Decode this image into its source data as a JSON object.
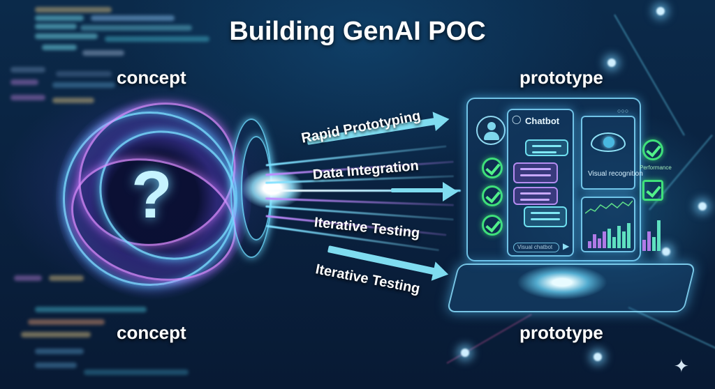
{
  "title": "Building GenAI POC",
  "labels": {
    "concept_top": "concept",
    "concept_bottom": "concept",
    "prototype_top": "prototype",
    "prototype_bottom": "prototype"
  },
  "central_icon": "question-mark-icon",
  "flow_steps": [
    {
      "label": "Rapid Prototyping"
    },
    {
      "label": "Data Integration"
    },
    {
      "label": "Iterative Testing"
    },
    {
      "label": "Iterative Testing"
    }
  ],
  "prototype_ui": {
    "chat_panel_title": "Chatbot",
    "chat_input_placeholder": "Visual chatbot",
    "vision_panel_label": "Visual recognition",
    "performance_label": "Performance",
    "icons": [
      "user-avatar-icon",
      "check-icon",
      "chat-bubble-icon",
      "eye-icon",
      "send-icon",
      "line-chart-icon",
      "bar-chart-icon"
    ]
  },
  "watermark_icon": "sparkle-icon",
  "colors": {
    "background": "#0a2240",
    "accent_cyan": "#7fdcf0",
    "accent_purple": "#b48cf0",
    "check_green": "#3fe07a",
    "text": "#ffffff"
  }
}
